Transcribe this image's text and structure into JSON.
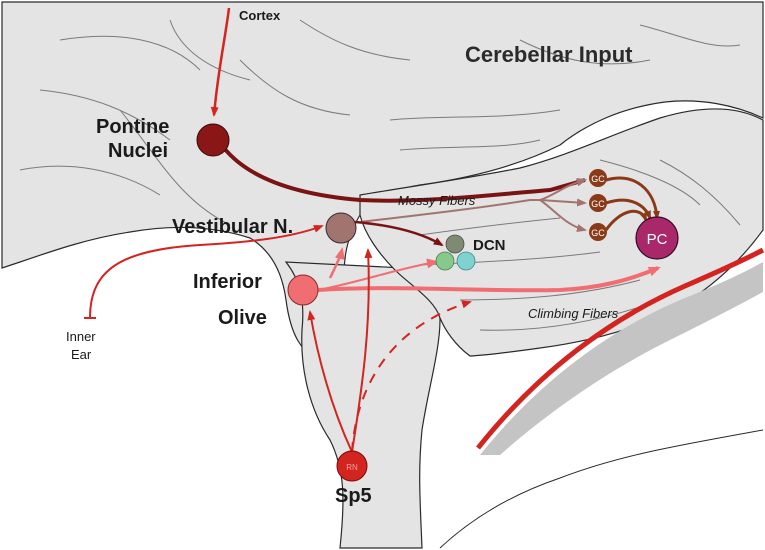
{
  "title": "Cerebellar Input",
  "labels": {
    "cortex": "Cortex",
    "pontine_line1": "Pontine",
    "pontine_line2": "Nuclei",
    "vestibular": "Vestibular N.",
    "inferior_line1": "Inferior",
    "inferior_line2": "Olive",
    "inner_ear_line1": "Inner",
    "inner_ear_line2": "Ear",
    "sp5": "Sp5",
    "mossy_fibers": "Mossy Fibers",
    "climbing_fibers": "Climbing Fibers",
    "dcn": "DCN",
    "pc": "PC",
    "gc": "GC",
    "sp5_inner": "RN"
  },
  "colors": {
    "background": "#ffffff",
    "tissue": "#e4e4e4",
    "tissue_stroke": "#2a2a2a",
    "fold_lines": "#7a7a7a",
    "red": "#d42420",
    "dark_red": "#7a1414",
    "pink": "#f06e72",
    "light_pink": "#f4a0a4",
    "brown": "#8a3a16",
    "mauve": "#a27470",
    "purkinje": "#a8286a",
    "dcn_gray": "#7c8b72",
    "dcn_green": "#86c98a",
    "dcn_cyan": "#7fd2cf",
    "gray_band": "#c4c4c4"
  }
}
